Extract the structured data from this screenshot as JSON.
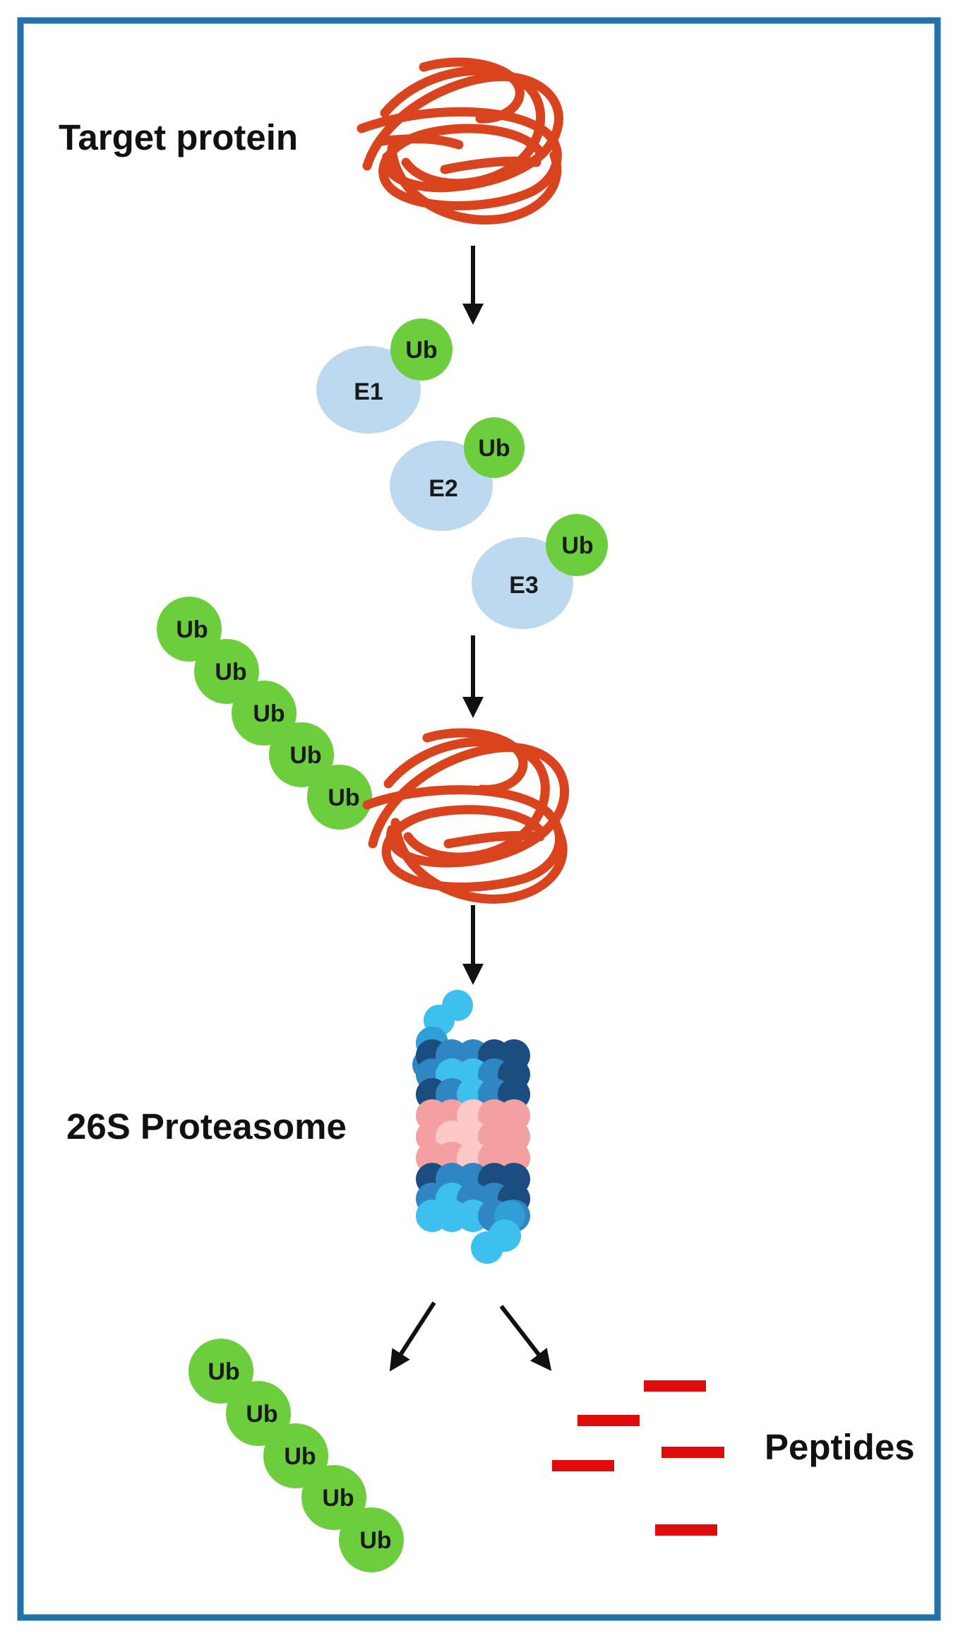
{
  "labels": {
    "target_protein": "Target protein",
    "proteasome": "26S Proteasome",
    "peptides": "Peptides"
  },
  "enzymes": {
    "e1": "E1",
    "e2": "E2",
    "e3": "E3"
  },
  "ubiquitin": {
    "label": "Ub",
    "e1_ub": "Ub",
    "e2_ub": "Ub",
    "e3_ub": "Ub",
    "chain_attached": [
      "Ub",
      "Ub",
      "Ub",
      "Ub",
      "Ub"
    ],
    "chain_released": [
      "Ub",
      "Ub",
      "Ub",
      "Ub",
      "Ub"
    ]
  },
  "colors": {
    "frame_border": "#2271a8",
    "protein": "#d9441e",
    "ubiquitin": "#6cce3c",
    "enzyme": "#bcd9ef",
    "arrow": "#111111",
    "peptide": "#e00b0b",
    "proteasome_dark": "#1b4d80",
    "proteasome_mid": "#2f86c2",
    "proteasome_light": "#3ec0ee",
    "proteasome_pink": "#f4a0a0",
    "proteasome_pink_light": "#fcc9c6"
  }
}
